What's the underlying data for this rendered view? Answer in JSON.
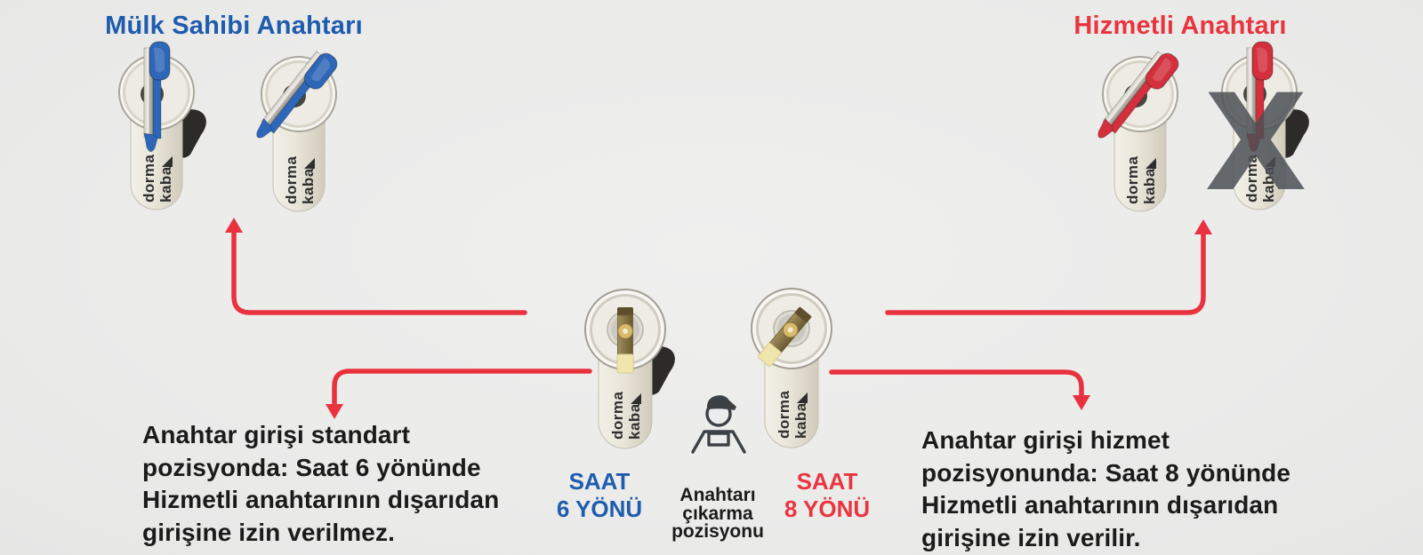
{
  "titles": {
    "owner": "Mülk Sahibi Anahtarı",
    "service": "Hizmetli Anahtarı"
  },
  "brand": {
    "line1": "dorma",
    "line2": "kaba"
  },
  "labels": {
    "saat6": {
      "line1": "SAAT",
      "line2": "6 YÖNÜ"
    },
    "saat8": {
      "line1": "SAAT",
      "line2": "8 YÖNÜ"
    },
    "removal": {
      "line1": "Anahtarı",
      "line2": "çıkarma",
      "line3": "pozisyonu"
    }
  },
  "notes": {
    "left": {
      "lines": [
        "Anahtar girişi standart",
        "pozisyonda: Saat 6 yönünde",
        "Hizmetli anahtarının dışarıdan",
        "girişine izin verilmez."
      ]
    },
    "right": {
      "lines": [
        "Anahtar girişi hizmet",
        "pozisyonunda: Saat 8 yönünde",
        "Hizmetli anahtarının dışarıdan",
        "girişine izin verilir."
      ]
    }
  },
  "overlay": {
    "x_mark": "X"
  },
  "icons": {
    "worker": "service-worker-icon",
    "x_overlay": "x-cross-icon",
    "brand_mark": "dormakaba-logo-mark"
  },
  "colors": {
    "owner_blue": "#1e5cad",
    "service_red": "#e8353f",
    "key_blue": "#2e66b8",
    "key_red": "#d32f3c",
    "arrow_red": "#e8323e",
    "text_dark": "#1b1b1b",
    "x_gray": "#4b5055",
    "background": "#ebebea",
    "cylinder_ivory": "#e9e5d9",
    "brass": "#8a7440"
  }
}
